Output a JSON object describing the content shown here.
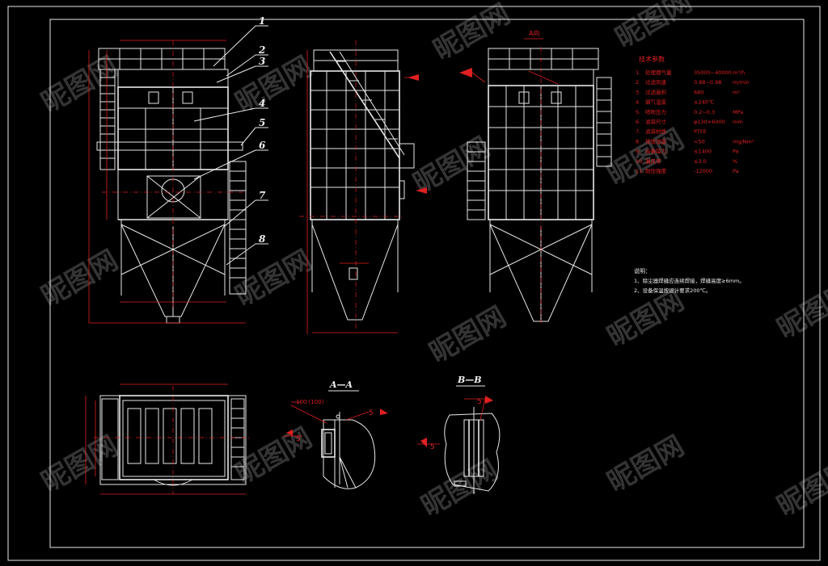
{
  "watermark": {
    "text": "昵图网"
  },
  "views": {
    "top_label": "A向",
    "section_aa": "A—A",
    "section_bb": "B—B"
  },
  "part_numbers": [
    "1",
    "2",
    "3",
    "4",
    "5",
    "6",
    "7",
    "8"
  ],
  "welds": {
    "weld_5": "5",
    "weld_aa_callout": "100 (100)"
  },
  "tech_params": {
    "title": "技术参数",
    "rows": [
      {
        "no": "1.",
        "label": "处理烟气量",
        "value": "35000~40000",
        "unit": "m³/h"
      },
      {
        "no": "2.",
        "label": "过滤风速",
        "value": "0.88~0.98",
        "unit": "m/min"
      },
      {
        "no": "3.",
        "label": "过滤面积",
        "value": "680",
        "unit": "m²"
      },
      {
        "no": "4.",
        "label": "烟气温度",
        "value": "≤240℃",
        "unit": ""
      },
      {
        "no": "5.",
        "label": "喷吹压力",
        "value": "0.2~0.3",
        "unit": "MPa"
      },
      {
        "no": "6.",
        "label": "滤袋尺寸",
        "value": "φ130×6000",
        "unit": "mm"
      },
      {
        "no": "7.",
        "label": "滤袋材质",
        "value": "PTFE",
        "unit": ""
      },
      {
        "no": "8.",
        "label": "排放浓度",
        "value": "<50",
        "unit": "mg/Nm³"
      },
      {
        "no": "9.",
        "label": "设备阻力",
        "value": "≤1400",
        "unit": "Pa"
      },
      {
        "no": "10.",
        "label": "漏风率",
        "value": "≤3.0",
        "unit": "%"
      },
      {
        "no": "11.",
        "label": "耐压强度",
        "value": "-12000",
        "unit": "Pa"
      }
    ]
  },
  "notes": {
    "title": "说明：",
    "items": [
      "1、除尘器焊缝应连续焊接，焊缝高度≥6mm。",
      "2、设备保温按设计要求200℃。"
    ]
  },
  "colors": {
    "line": "#e8e8e8",
    "dim": "#e02020",
    "bg": "#000000"
  }
}
